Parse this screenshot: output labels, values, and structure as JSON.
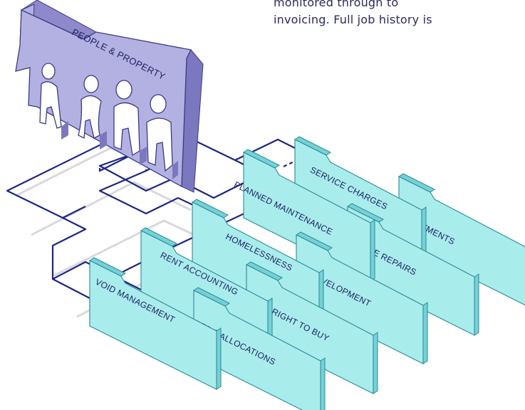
{
  "caption": {
    "lines": [
      "monitored through to",
      "invoicing. Full job history is"
    ]
  },
  "house": {
    "label": "PEOPLE & PROPERTY"
  },
  "folders": [
    {
      "id": "service-charges",
      "label": "SERVICE CHARGES"
    },
    {
      "id": "appointments",
      "label": "APPOINTMENTS"
    },
    {
      "id": "planned-maintenance",
      "label": "PLANNED MAINTENANCE"
    },
    {
      "id": "responsive-repairs",
      "label": "RESPONSIVE REPAIRS"
    },
    {
      "id": "homelessness",
      "label": "HOMELESSNESS"
    },
    {
      "id": "development",
      "label": "DEVELOPMENT"
    },
    {
      "id": "rent-accounting",
      "label": "RENT ACCOUNTING"
    },
    {
      "id": "right-to-buy",
      "label": "RIGHT TO BUY"
    },
    {
      "id": "void-management",
      "label": "VOID MANAGEMENT"
    },
    {
      "id": "waiting-lists",
      "label": "WAITING LISTS & ALLOCATIONS"
    }
  ],
  "colors": {
    "house_fill": "#b3b1e2",
    "house_side": "#7c78bf",
    "house_stroke": "#3a3a84",
    "folder_fill": "#a9ecec",
    "folder_side": "#74d1d6",
    "folder_stroke": "#2b8a96",
    "line": "#1d2584",
    "shadow_line": "#d8d8de",
    "label": "#1e2262"
  }
}
